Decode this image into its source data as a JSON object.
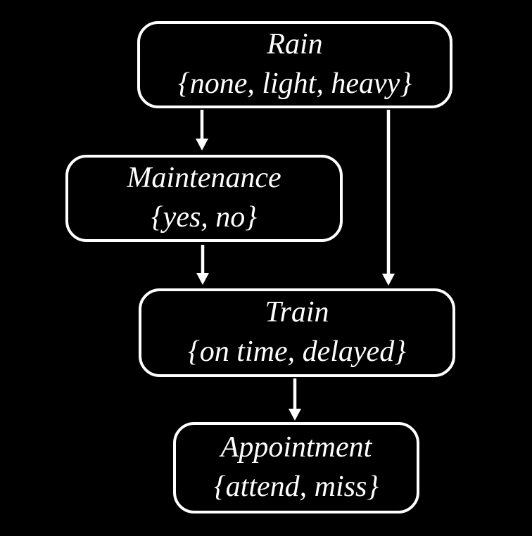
{
  "diagram": {
    "background_color": "#000000",
    "node_border_color": "#ffffff",
    "text_color": "#ffffff",
    "nodes": [
      {
        "id": "rain",
        "label": "Rain",
        "values": "{none, light, heavy}"
      },
      {
        "id": "maintenance",
        "label": "Maintenance",
        "values": "{yes, no}"
      },
      {
        "id": "train",
        "label": "Train",
        "values": "{on time, delayed}"
      },
      {
        "id": "appointment",
        "label": "Appointment",
        "values": "{attend, miss}"
      }
    ],
    "edges": [
      {
        "from": "rain",
        "to": "maintenance"
      },
      {
        "from": "rain",
        "to": "train"
      },
      {
        "from": "maintenance",
        "to": "train"
      },
      {
        "from": "train",
        "to": "appointment"
      }
    ]
  }
}
